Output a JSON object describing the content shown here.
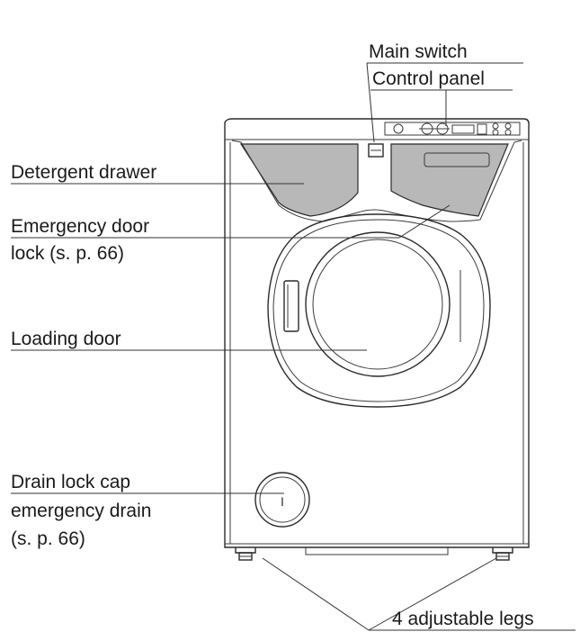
{
  "labels": {
    "main_switch": "Main switch",
    "control_panel": "Control panel",
    "detergent_drawer": "Detergent drawer",
    "emergency_door_lock_line1": "Emergency door",
    "emergency_door_lock_line2": "lock (s. p. 66)",
    "loading_door": "Loading door",
    "drain_lock_cap_line1": "Drain lock cap",
    "drain_lock_cap_line2": "emergency drain",
    "drain_lock_cap_line3": "(s. p. 66)",
    "adjustable_legs": "4 adjustable legs"
  },
  "drain_cap_mark": "I",
  "colors": {
    "line": "#2a2a2a",
    "shade": "#b8b8b8",
    "text": "#1a1a1a"
  }
}
